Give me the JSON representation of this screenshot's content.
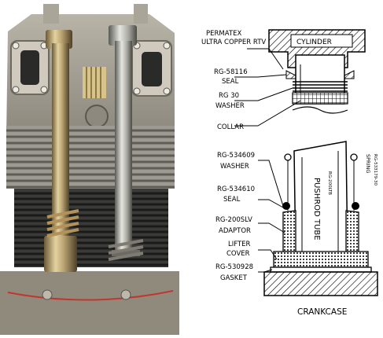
{
  "photo": {
    "subject": "engine-cylinder-pushrod-tube-photo",
    "icon": "engine-photo-icon"
  },
  "diagram": {
    "labels": {
      "permatex": "PERMATEX",
      "copper": "ULTRA COPPER RTV",
      "cylinder": "CYLINDER",
      "rg58116": "RG-58116",
      "seal_top": "SEAL",
      "rg30": "RG 30",
      "washer_top": "WASHER",
      "collar": "COLLAR",
      "rg534609": "RG-534609",
      "washer_bottom": "WASHER",
      "rg534610": "RG-534610",
      "seal_bottom": "SEAL",
      "rg200slv": "RG-200SLV",
      "adaptor": "ADAPTOR",
      "lifter": "LIFTER",
      "cover": "COVER",
      "rg530928": "RG-530928",
      "gasket": "GASKET",
      "crankcase": "CRANKCASE",
      "pushrod_tube": "PUSHROD TUBE",
      "rg200ltb": "RG-200LTB",
      "spring": "SPRING",
      "spring_part": "RG-533179-30"
    }
  }
}
